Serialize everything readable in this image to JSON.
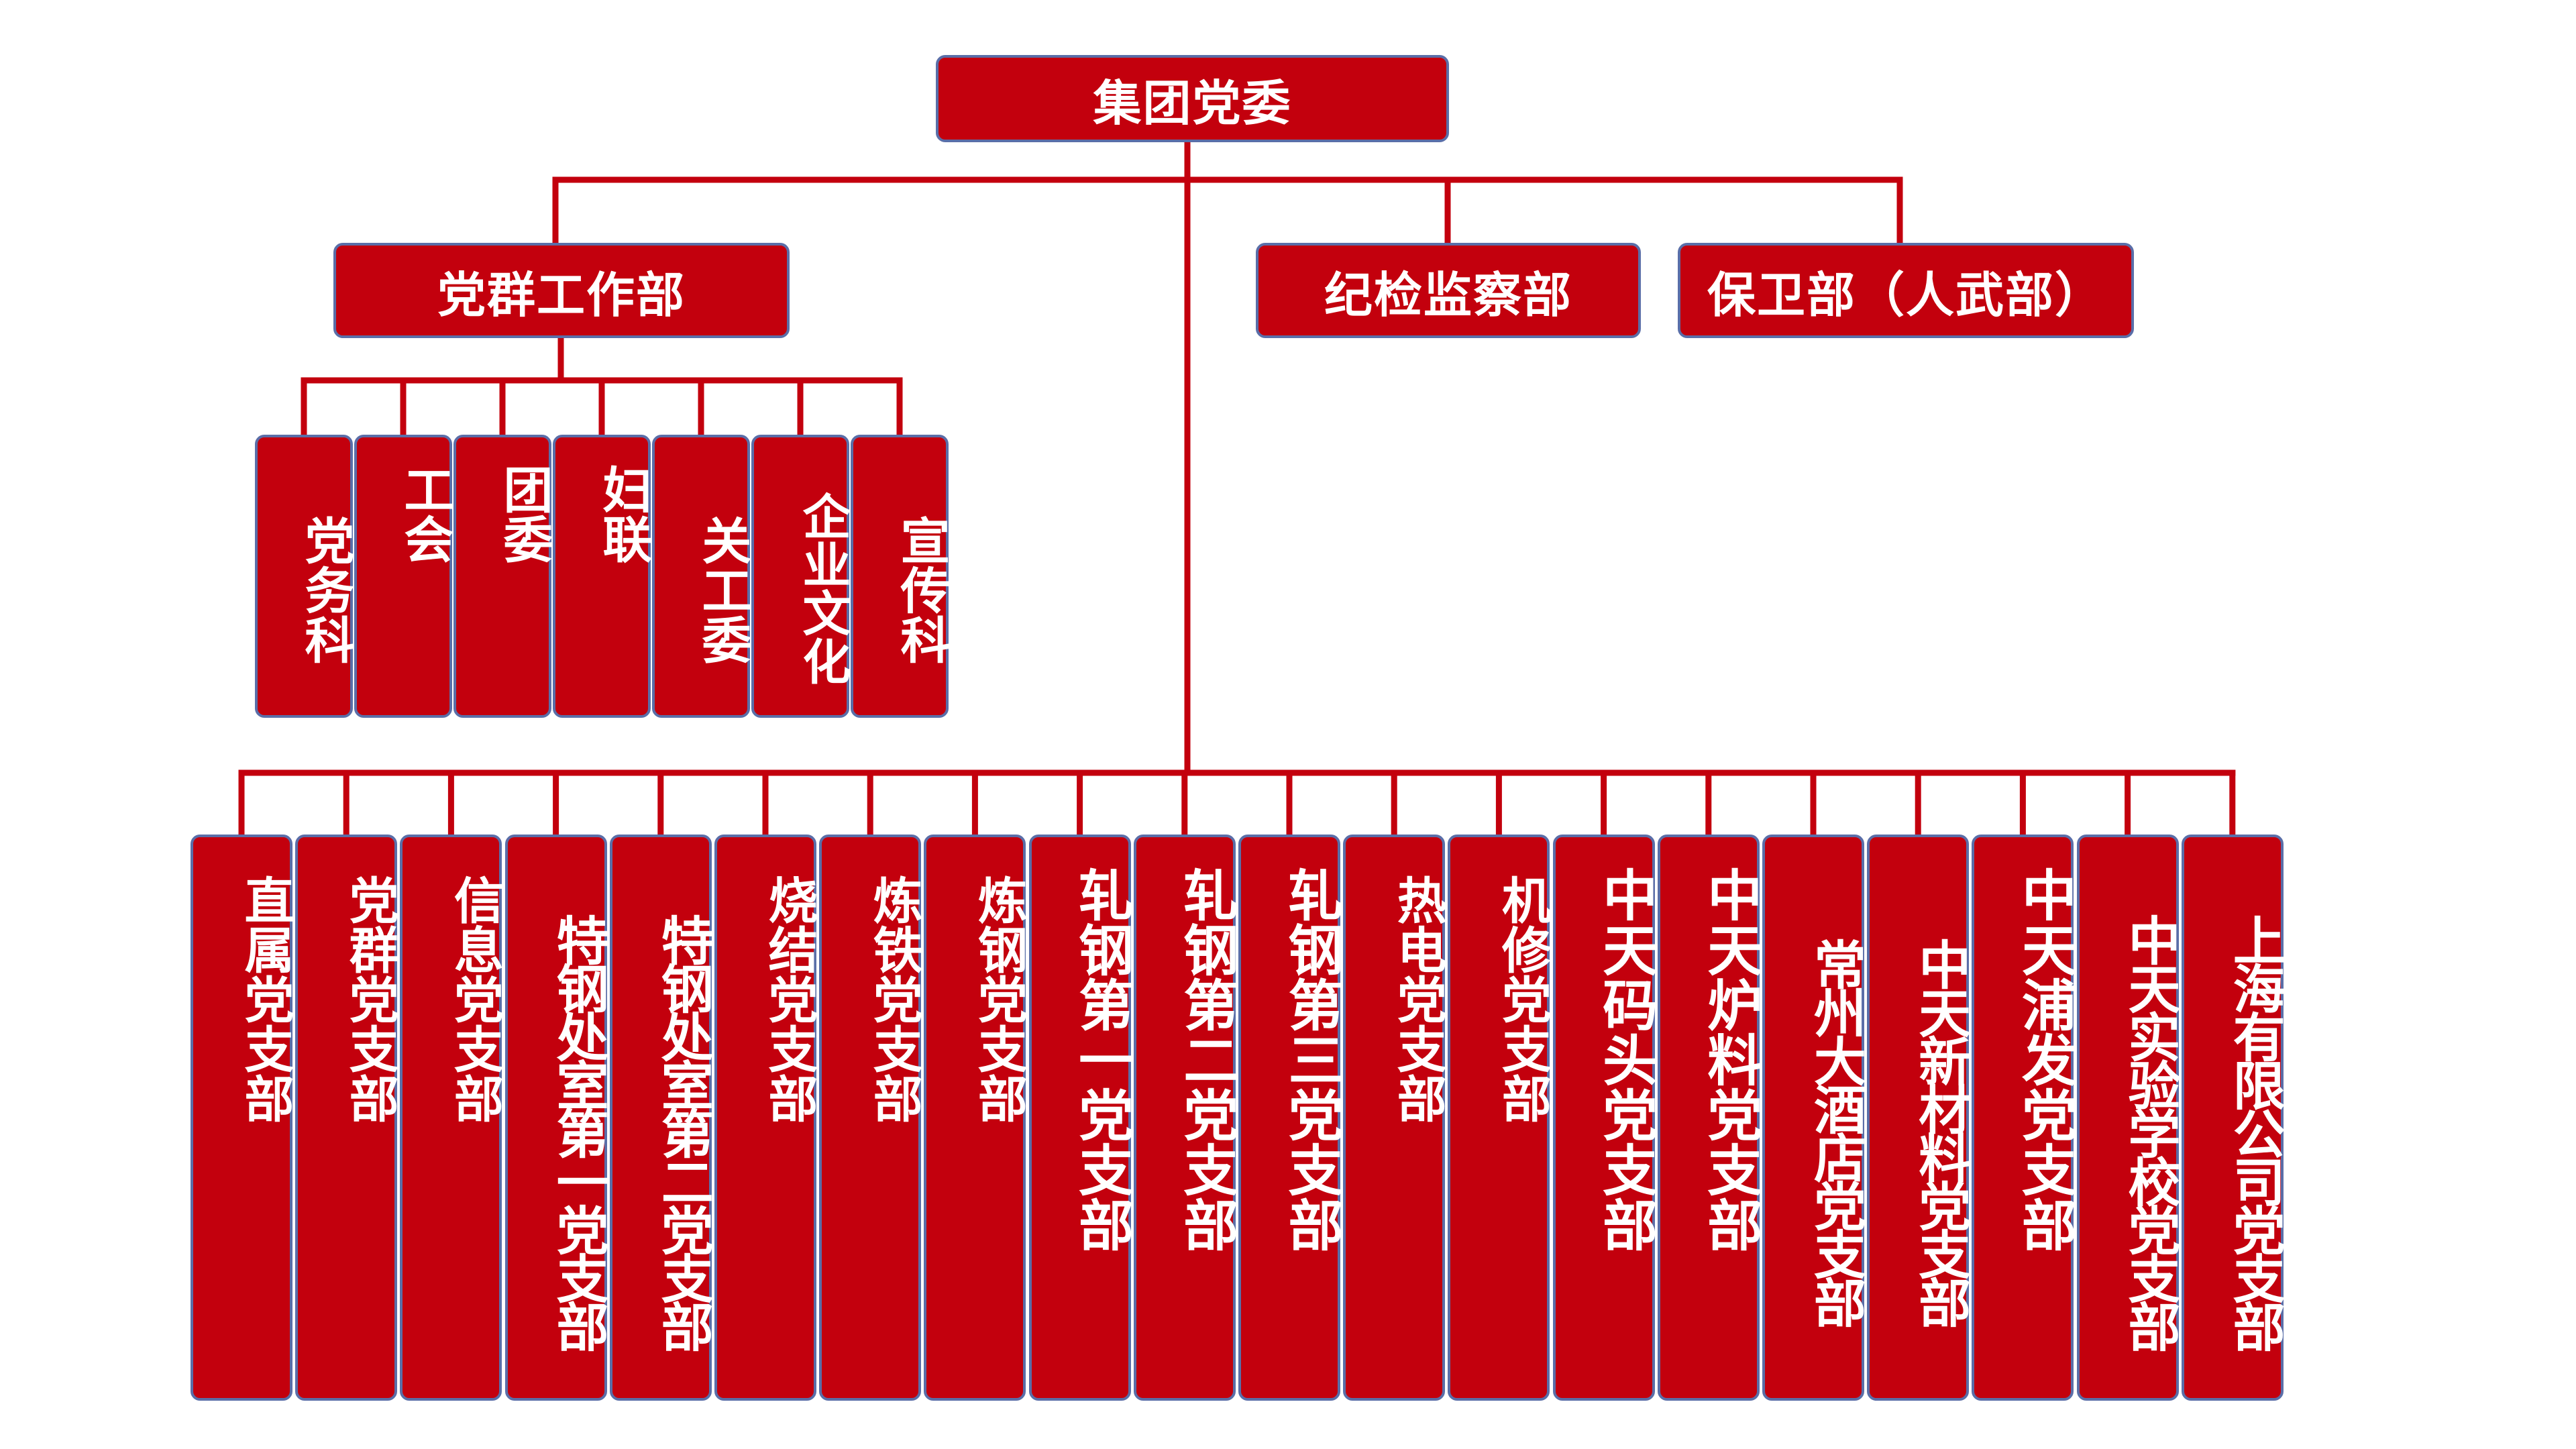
{
  "root": {
    "label": "集团党委"
  },
  "level1": [
    {
      "label": "党群工作部"
    },
    {
      "label": "纪检监察部"
    },
    {
      "label": "保卫部（人武部）"
    }
  ],
  "party_work_children": [
    {
      "label": "党务科"
    },
    {
      "label": "工会"
    },
    {
      "label": "团委"
    },
    {
      "label": "妇联"
    },
    {
      "label": "关工委"
    },
    {
      "label": "企业文化"
    },
    {
      "label": "宣传科"
    }
  ],
  "branches": [
    {
      "label": "直属党支部"
    },
    {
      "label": "党群党支部"
    },
    {
      "label": "信息党支部"
    },
    {
      "label": "特钢处室第一党支部"
    },
    {
      "label": "特钢处室第二党支部"
    },
    {
      "label": "烧结党支部"
    },
    {
      "label": "炼铁党支部"
    },
    {
      "label": "炼钢党支部"
    },
    {
      "label": "轧钢第一党支部"
    },
    {
      "label": "轧钢第二党支部"
    },
    {
      "label": "轧钢第三党支部"
    },
    {
      "label": "热电党支部"
    },
    {
      "label": "机修党支部"
    },
    {
      "label": "中天码头党支部"
    },
    {
      "label": "中天炉料党支部"
    },
    {
      "label": "常州大酒店党支部"
    },
    {
      "label": "中天新材料党支部"
    },
    {
      "label": "中天浦发党支部"
    },
    {
      "label": "中天实验学校党支部"
    },
    {
      "label": "上海有限公司党支部"
    }
  ],
  "colors": {
    "box_fill": "#c3000d",
    "box_border": "#5a6ea8",
    "connector": "#c3000d",
    "text": "#ffffff"
  }
}
